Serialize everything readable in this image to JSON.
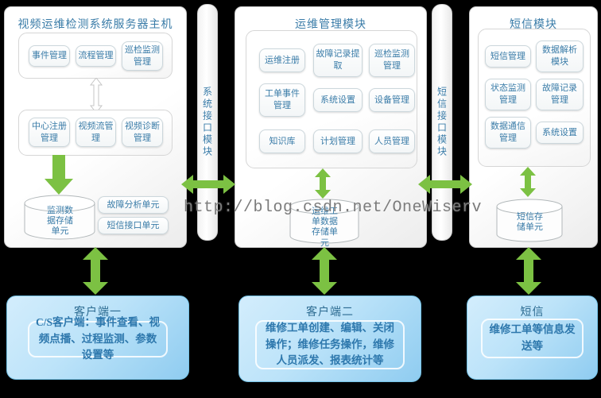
{
  "watermark": "http://blog.csdn.net/OneWiserv",
  "colors": {
    "arrow_green": "#7cc143",
    "label_blue": "#3a7ca8",
    "client_text_blue": "#2e78ad",
    "client_bg_top": "#d3edfc",
    "client_bg_bottom": "#8fccf0",
    "watermark_gray": "#7b7b7b"
  },
  "panels": {
    "server": {
      "title": "视频运维检测系统服务器主机",
      "group1": [
        "事件管理",
        "流程管理",
        "巡检监测管理"
      ],
      "group2": [
        "中心注册管理",
        "视频流管理",
        "视频诊断管理"
      ],
      "cylinder": "监测数据存储单元",
      "units": [
        "故障分析单元",
        "短信接口单元"
      ]
    },
    "ops": {
      "title": "运维管理模块",
      "buttons": [
        "运维注册",
        "故障记录提取",
        "巡检监测管理",
        "工单事件管理",
        "系统设置",
        "设备管理",
        "知识库",
        "计划管理",
        "人员管理"
      ],
      "cylinder": "运维工单数据存储单元"
    },
    "sms": {
      "title": "短信模块",
      "buttons": [
        "短信管理",
        "数据解析模块",
        "状态监测管理",
        "故障记录管理",
        "数据通信管理",
        "系统设置"
      ],
      "cylinder": "短信存储单元"
    }
  },
  "bars": {
    "left": "系统接口模块",
    "right": "短信接口模块"
  },
  "clients": [
    {
      "title": "客户端一",
      "desc": "C/S客户端：事件查看、视频点播、过程监测、参数设置等"
    },
    {
      "title": "客户端二",
      "desc": "维修工单创建、编辑、关闭操作；维修任务操作，维修人员派发、报表统计等"
    },
    {
      "title": "短信",
      "desc": "维修工单等信息发送等"
    }
  ]
}
